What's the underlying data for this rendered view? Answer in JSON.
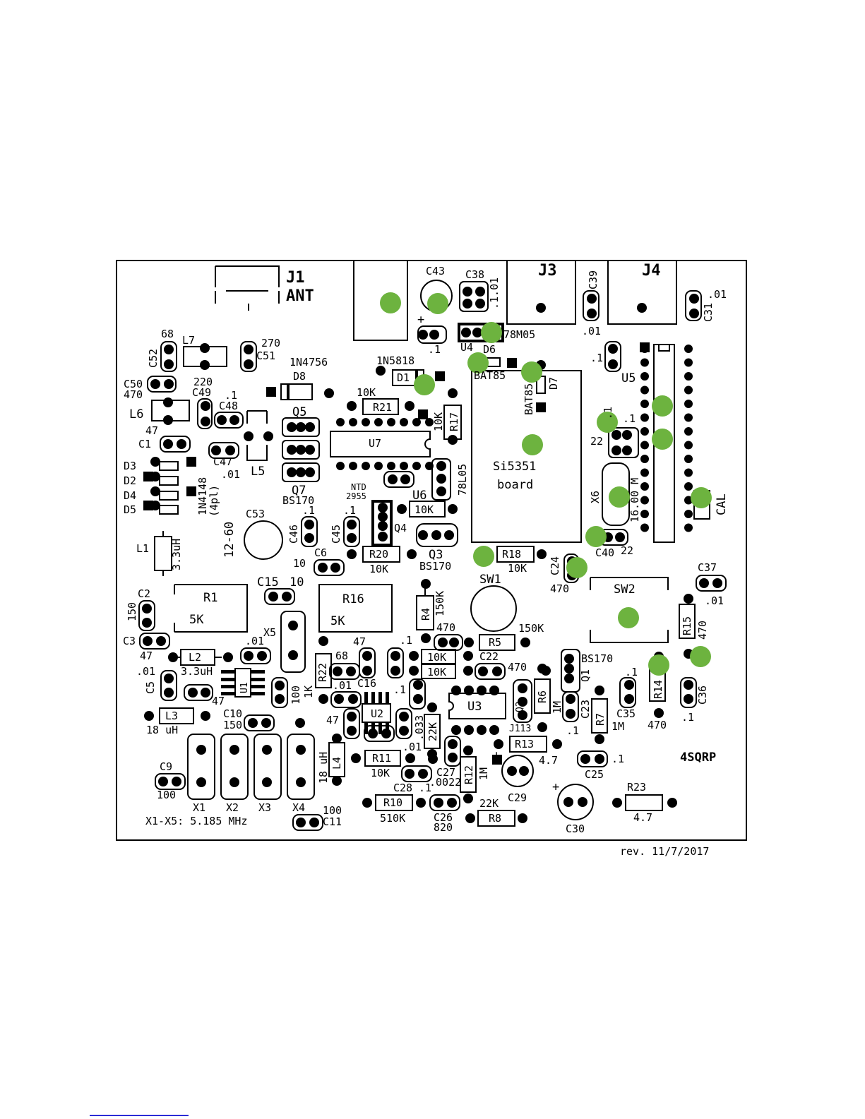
{
  "board": {
    "revision": "rev. 11/7/2017",
    "brand": "4SQRP",
    "crystal_note": "X1-X5: 5.185 MHz",
    "marker_color": "#6db33f",
    "ink_color": "#000000"
  },
  "labels": {
    "j1": "J1",
    "ant": "ANT",
    "j3": "J3",
    "j4": "J4",
    "c43": "C43",
    "c38": "C38",
    "c38_val": ".1.01",
    "c39": "C39",
    "c39_val": ".01",
    "c31": "C31",
    "c31_val": ".01",
    "plus1": "+",
    "c_01a": ".1",
    "u4": "U4",
    "u4_val": "78M05",
    "d6": "D6",
    "bat85a": "BAT85",
    "bat85b": "BAT85",
    "d7": "D7",
    "c_dot1b": ".1",
    "u5": "U5",
    "c52": "C52",
    "c52_val": "68",
    "l7": "L7",
    "c51": "C51",
    "c51_val": "270",
    "d8": "D8",
    "d8_val": "1N4756",
    "d1": "D1",
    "d1_val": "1N5818",
    "c50": "C50",
    "c50_val": "470",
    "c49": "C49",
    "c49_val": "220",
    "c48": "C48",
    "c48_val": ".1",
    "l6": "L6",
    "q5": "Q5",
    "r21": "R21",
    "r21_val": "10K",
    "r17": "R17",
    "r17_val": "10K",
    "u7": "U7",
    "si5351a": "Si5351",
    "si5351b": "board",
    "c1": "C1",
    "c1_val": "47",
    "c47": "C47",
    "c47_val": ".01",
    "l5": "L5",
    "d3": "D3",
    "d2": "D2",
    "d4": "D4",
    "d5": "D5",
    "d_val1": "1N4148",
    "d_val2": "(4pl)",
    "q7": "Q7",
    "q7_val": "BS170",
    "ntd": "NTD",
    "ntd_val": "2955",
    "u6": "U6",
    "u6_val": "78L05",
    "r_u6": "10K",
    "q4": "Q4",
    "x6": "X6",
    "x6_val": "16.00 M",
    "cal": "CAL",
    "c_22a": "22",
    "c_1c": ".1",
    "c_1d": ".1",
    "c53": "C53",
    "c53_val": "12-60",
    "c46": "C46",
    "c46_val": ".1",
    "c45": "C45",
    "c45_val": ".1",
    "l1": "L1",
    "l1_val": "3.3uH",
    "c6": "C6",
    "c6_val": "10",
    "r20": "R20",
    "r20_val": "10K",
    "q3": "Q3",
    "q3_val": "BS170",
    "r18": "R18",
    "r18_val": "10K",
    "c24": "C24",
    "c24_val": "470",
    "c40": "C40",
    "c40_val": "22",
    "sw1": "SW1",
    "sw2": "SW2",
    "c37": "C37",
    "c37_val": ".01",
    "c2": "C2",
    "c2_val": "150",
    "r1": "R1",
    "r1_val": "5K",
    "c15": "C15",
    "c15_val": "10",
    "r16": "R16",
    "r16_val": "5K",
    "r4": "R4",
    "r4_val": "150K",
    "x5": "X5",
    "c3": "C3",
    "c3_val": "47",
    "c_01e": ".01",
    "l2": "L2",
    "l2_val": "3.3uH",
    "c47b": "47",
    "c68": "68",
    "c16": "C16",
    "c_1f": ".1",
    "r5_top": "470",
    "r5": "R5",
    "r5_val": "150K",
    "r_10ka": "10K",
    "r_10kb": "10K",
    "c22": "C22",
    "c22_val": "470",
    "r15": "R15",
    "r15_val": "470",
    "bs170c": "BS170",
    "q1": "Q1",
    "c5": "C5",
    "c5_val": ".01",
    "u1": "U1",
    "c_47c": "47",
    "c_100a": "100",
    "r22": "R22",
    "r22_val": "1K",
    "c_01g": ".01",
    "c_1h": ".1",
    "u3": "U3",
    "q2": "Q2",
    "r6": "R6",
    "r6_val": "1M",
    "c23": "C23",
    "c_1i": ".1",
    "r7": "R7",
    "r7_val": "1M",
    "c35": "C35",
    "c35_val": ".1",
    "r14": "R14",
    "r14_val": "470",
    "c36": "C36",
    "c36_val": ".1",
    "l3": "L3",
    "l3_val": "18 uH",
    "c10": "C10",
    "c10_val": "150",
    "u2": "U2",
    "c_47d": "47",
    "c_033": ".033",
    "r_22ka": "22K",
    "j113": "J113",
    "r13": "R13",
    "r13_val": "4.7",
    "c25": "C25",
    "c25_val": ".1",
    "l4": "L4",
    "l4_val": "18 uH",
    "r11": "R11",
    "r11_val": "10K",
    "c_01j": ".01",
    "c9": "C9",
    "c9_val": "100",
    "x1": "X1",
    "x2": "X2",
    "x3": "X3",
    "x4": "X4",
    "c28": "C28",
    "c28_val": ".1",
    "c27": "C27",
    "c27_val": ".0022",
    "r12": "R12",
    "r12_val": "1M",
    "c29": "C29",
    "plus2": "+",
    "plus3": "+",
    "c30": "C30",
    "r23": "R23",
    "r23_val": "4.7",
    "r10": "R10",
    "r10_val": "510K",
    "c26": "C26",
    "c26_val": "820",
    "r8": "R8",
    "r8_val": "22K",
    "c11": "C11",
    "c11_val": "100"
  }
}
